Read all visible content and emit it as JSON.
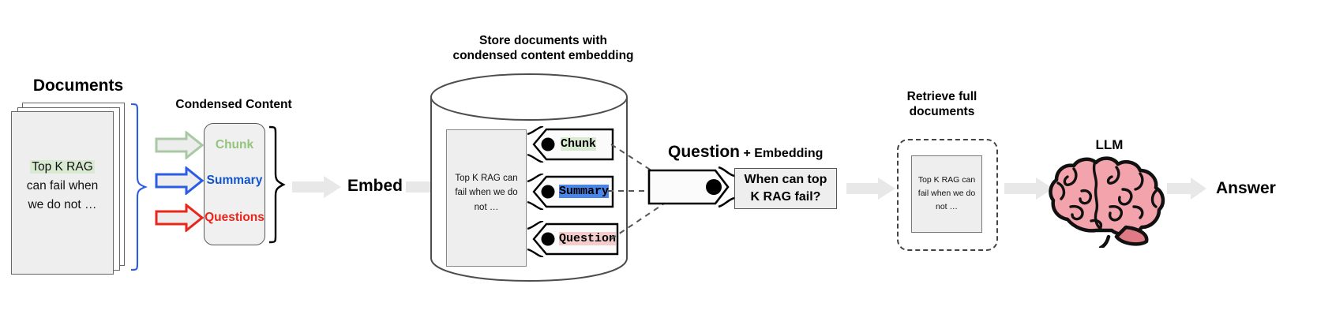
{
  "diagram": {
    "title": "RAG pipeline with condensed content embeddings",
    "colors": {
      "green": "#93c47d",
      "blue": "#1155cc",
      "red": "#e8261b",
      "gray_arrow": "#e8e8e8",
      "doc_fill": "#eeeeee",
      "stroke": "#5a5a5a",
      "highlight_green": "#d9ead3",
      "highlight_blue": "#4a86e8",
      "highlight_pink": "#f4cccc",
      "brain_pink": "#f4a6ad"
    }
  },
  "documents": {
    "heading": "Documents",
    "page_text_line1": "Top K RAG",
    "page_text_line2": "can fail when",
    "page_text_line3": "we do not …",
    "count": 3
  },
  "condensed": {
    "heading": "Condensed Content",
    "items": [
      {
        "label": "Chunk",
        "color": "#93c47d"
      },
      {
        "label": "Summary",
        "color": "#1155cc"
      },
      {
        "label": "Questions",
        "color": "#e8261b"
      }
    ]
  },
  "embed": {
    "label": "Embed"
  },
  "store": {
    "heading_line1": "Store documents with",
    "heading_line2": "condensed content embedding",
    "doc_text_line1": "Top K RAG can",
    "doc_text_line2": "fail when we do",
    "doc_text_line3": "not …",
    "tags": [
      {
        "label": "Chunk",
        "highlight": "#d9ead3"
      },
      {
        "label": "Summary",
        "highlight": "#4a86e8"
      },
      {
        "label": "Question",
        "highlight": "#f4cccc"
      }
    ]
  },
  "query": {
    "title_strong": "Question",
    "title_rest": " + Embedding",
    "box_line1": "When can top",
    "box_line2": "K RAG fail?"
  },
  "retrieve": {
    "heading_line1": "Retrieve full",
    "heading_line2": "documents",
    "doc_text_line1": "Top K RAG can",
    "doc_text_line2": "fail when we do",
    "doc_text_line3": "not …"
  },
  "llm": {
    "heading": "LLM",
    "answer": "Answer"
  }
}
